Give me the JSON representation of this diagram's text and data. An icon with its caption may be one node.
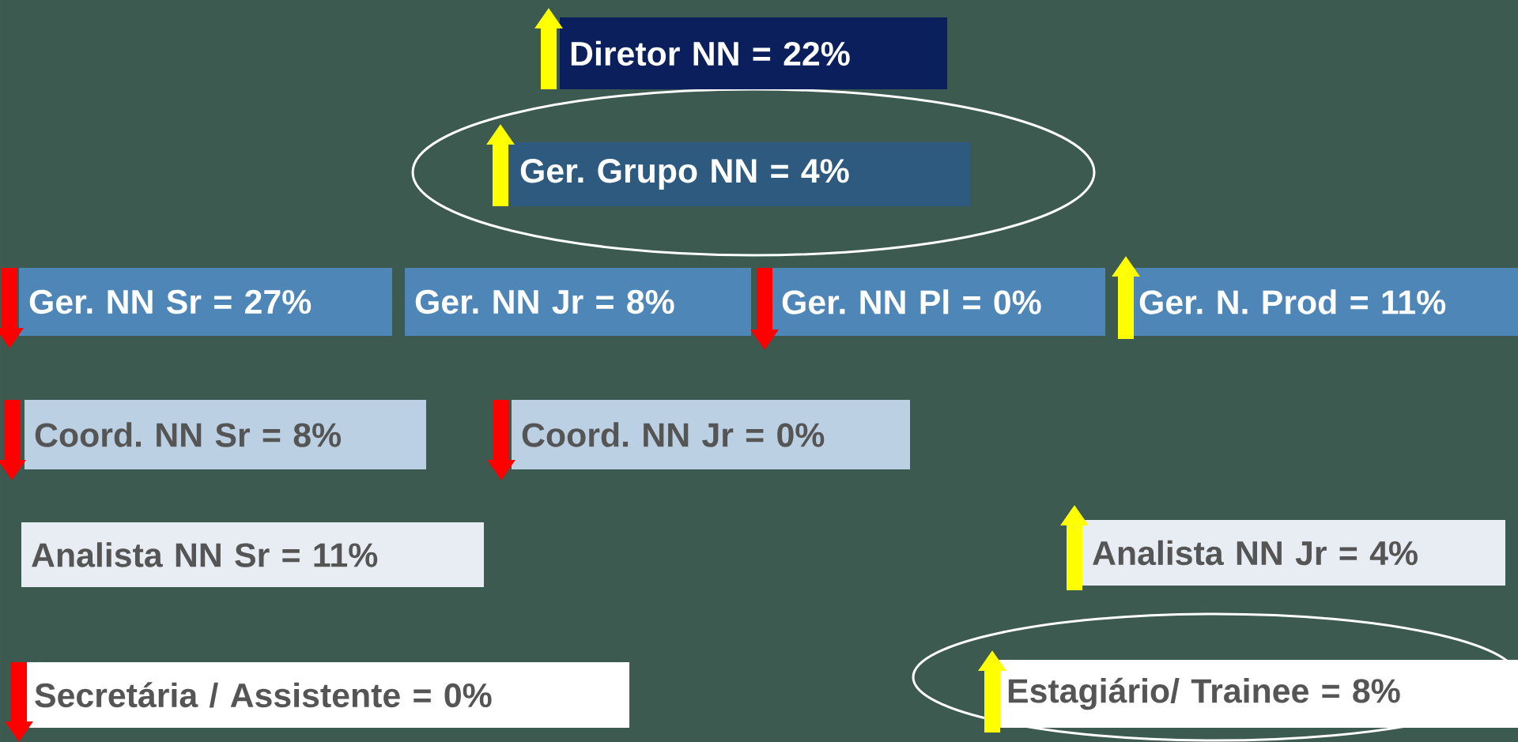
{
  "diagram": {
    "nodes": [
      {
        "text": [
          "Diretor NN = 22%"
        ]
      },
      {
        "text": [
          "Ger.  Grupo NN = 4%"
        ]
      },
      {
        "text": [
          "Ger. NN Sr = 27%"
        ]
      },
      {
        "text": [
          "Ger.  NN Jr = 8%"
        ]
      },
      {
        "text": [
          "Ger. NN Pl = 0%"
        ]
      },
      {
        "text": [
          "Ger. N. Prod = 11%"
        ]
      },
      {
        "text": [
          "Coord. NN Sr = 8%"
        ]
      },
      {
        "text": [
          "Coord. NN Jr = 0%"
        ]
      },
      {
        "text": [
          "Analista NN Sr = 11%"
        ]
      },
      {
        "text": [
          "Analista NN Jr = 4%"
        ]
      },
      {
        "text": [
          "Secretária / Assistente = 0%"
        ]
      },
      {
        "text": [
          "Estagiário/ Trainee = 8%"
        ]
      }
    ]
  }
}
